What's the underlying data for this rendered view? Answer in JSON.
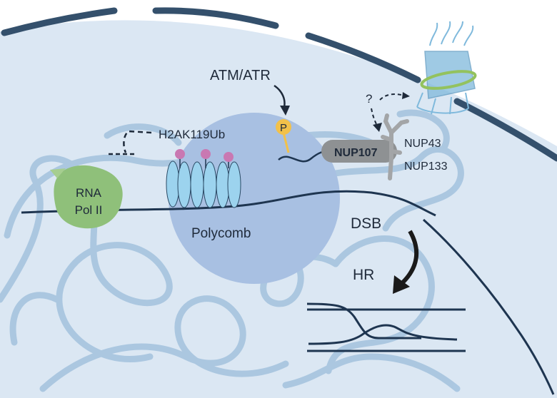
{
  "labels": {
    "atm_atr": "ATM/ATR",
    "phospho": "P",
    "question": "?",
    "h2ak119ub": "H2AK119Ub",
    "nup107": "NUP107",
    "nup43": "NUP43",
    "nup133": "NUP133",
    "rna_pol_line1": "RNA",
    "rna_pol_line2": "Pol II",
    "polycomb": "Polycomb",
    "dsb": "DSB",
    "hr": "HR"
  },
  "colors": {
    "nucleoplasm": "#dbe7f3",
    "envelope": "#34506c",
    "chromatin_loops": "#a9c6e0",
    "dna": "#1e3550",
    "polycomb_sphere": "#a8c0e2",
    "nucleosome": "#9cd3ee",
    "ub_marker": "#c978b2",
    "phospho": "#f2c14a",
    "nup107": "#8e9193",
    "nup_branch": "#a3a5a7",
    "rna_pol": "#8fc07a",
    "pore": "#7fb9dc",
    "pore_ring": "#93c25e"
  },
  "icons": [
    "phosphate-icon",
    "nuclear-pore-icon",
    "rna-pol-icon",
    "nucleosome-icon",
    "nup-scaffold-icon"
  ]
}
